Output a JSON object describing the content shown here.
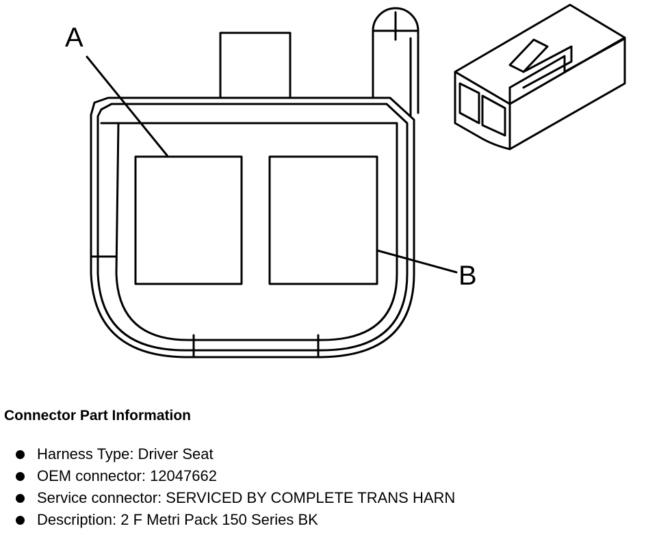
{
  "diagram": {
    "callouts": [
      {
        "id": "A",
        "label": "A"
      },
      {
        "id": "B",
        "label": "B"
      }
    ]
  },
  "info": {
    "title": "Connector Part Information",
    "items": [
      {
        "text": "Harness Type: Driver Seat"
      },
      {
        "text": "OEM connector: 12047662"
      },
      {
        "text": "Service connector: SERVICED BY COMPLETE TRANS HARN"
      },
      {
        "text": "Description: 2 F Metri Pack 150 Series BK"
      }
    ]
  }
}
